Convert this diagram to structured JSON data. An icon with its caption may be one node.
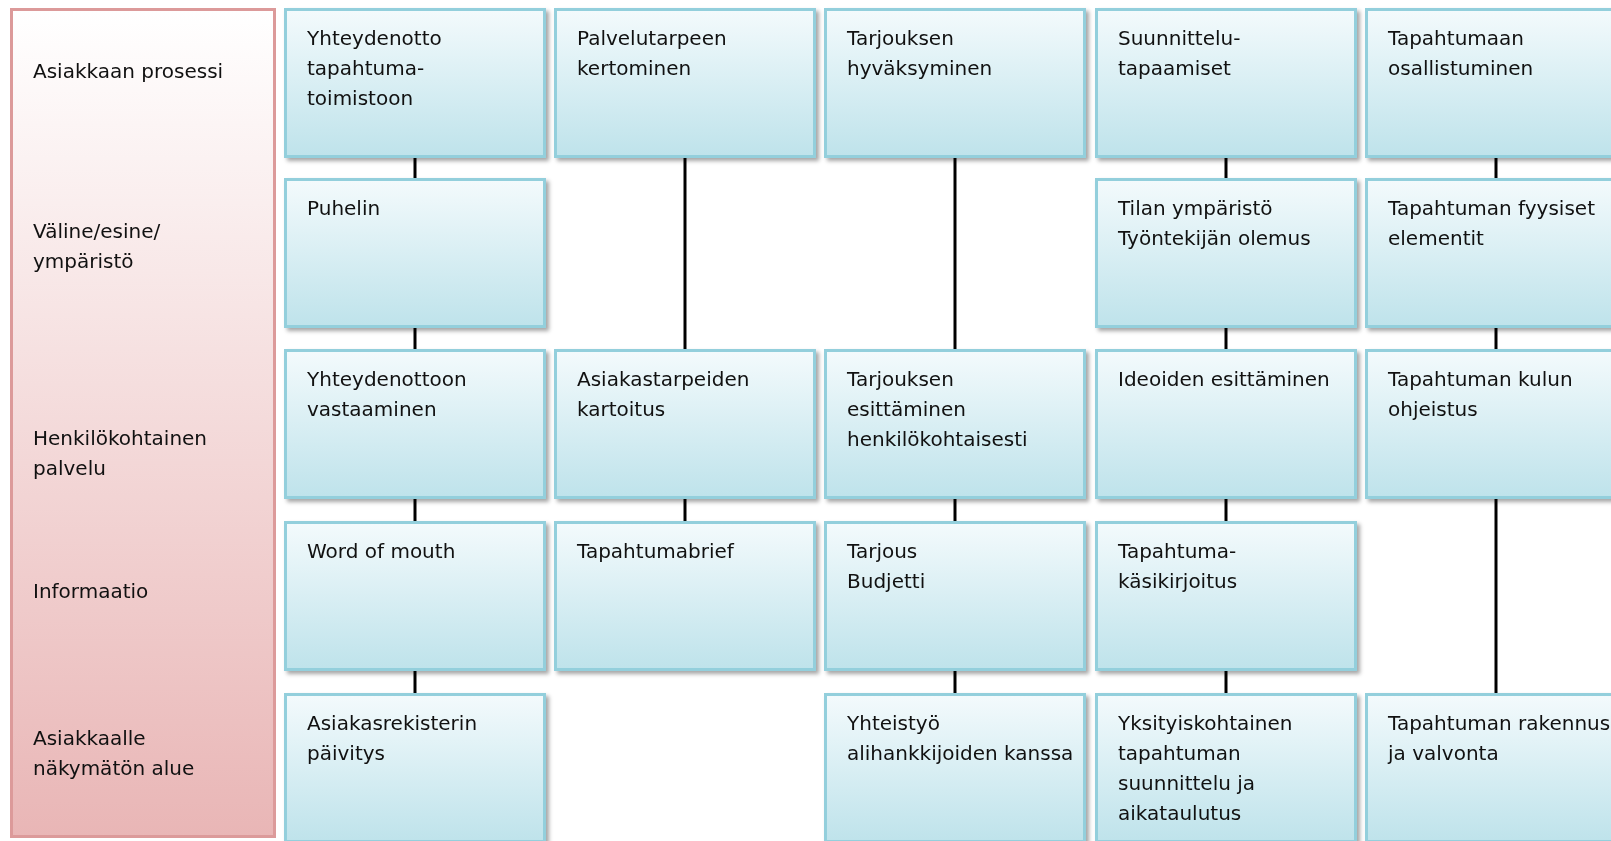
{
  "diagram": {
    "nodes": [
      {
        "text": [
          "Asiakkaan prosessi",
          "Väline/esine/ ympäristö",
          "Henkilökohtainen palvelu",
          "Informaatio",
          "Asiakkaalle näkymätön alue"
        ]
      },
      {
        "text": [
          "Yhteydenotto tapahtuma- toimistoon"
        ]
      },
      {
        "text": [
          "Palvelutarpeen kertominen"
        ]
      },
      {
        "text": [
          "Tarjouksen hyväksyminen"
        ]
      },
      {
        "text": [
          "Suunnittelu- tapaamiset"
        ]
      },
      {
        "text": [
          "Tapahtumaan osallistuminen"
        ]
      },
      {
        "text": [
          "Puhelin"
        ]
      },
      {
        "text": [
          "Tilan ympäristö",
          "Työntekijän olemus"
        ]
      },
      {
        "text": [
          "Tapahtuman fyysiset elementit"
        ]
      },
      {
        "text": [
          "Yhteydenottoon vastaaminen"
        ]
      },
      {
        "text": [
          "Asiakastarpeiden kartoitus"
        ]
      },
      {
        "text": [
          "Tarjouksen esittäminen henkilökohtaisesti"
        ]
      },
      {
        "text": [
          "Ideoiden esittäminen"
        ]
      },
      {
        "text": [
          "Tapahtuman kulun ohjeistus"
        ]
      },
      {
        "text": [
          "Word of mouth"
        ]
      },
      {
        "text": [
          "Tapahtumabrief"
        ]
      },
      {
        "text": [
          "Tarjous",
          "Budjetti"
        ]
      },
      {
        "text": [
          "Tapahtuma- käsikirjoitus"
        ]
      },
      {
        "text": [
          "Asiakasrekisterin päivitys"
        ]
      },
      {
        "text": [
          "Yhteistyö alihankkijoiden kanssa"
        ]
      },
      {
        "text": [
          "Yksityiskohtainen tapahtuman suunnittelu ja aikataulutus"
        ]
      },
      {
        "text": [
          "Tapahtuman rakennus ja valvonta"
        ]
      }
    ],
    "edges": [
      {
        "from": 1,
        "to": 6,
        "arrow": "none"
      },
      {
        "from": 6,
        "to": 9,
        "arrow": "none"
      },
      {
        "from": 9,
        "to": 14,
        "arrow": "none"
      },
      {
        "from": 14,
        "to": 18,
        "arrow": "none"
      },
      {
        "from": 2,
        "to": 10,
        "arrow": "none"
      },
      {
        "from": 10,
        "to": 15,
        "arrow": "none"
      },
      {
        "from": 3,
        "to": 11,
        "arrow": "none"
      },
      {
        "from": 11,
        "to": 16,
        "arrow": "none"
      },
      {
        "from": 16,
        "to": 19,
        "arrow": "none"
      },
      {
        "from": 4,
        "to": 7,
        "arrow": "none"
      },
      {
        "from": 7,
        "to": 12,
        "arrow": "none"
      },
      {
        "from": 12,
        "to": 17,
        "arrow": "none"
      },
      {
        "from": 17,
        "to": 20,
        "arrow": "none"
      },
      {
        "from": 5,
        "to": 8,
        "arrow": "none"
      },
      {
        "from": 8,
        "to": 13,
        "arrow": "none"
      },
      {
        "from": 13,
        "to": 21,
        "arrow": "none"
      }
    ]
  }
}
